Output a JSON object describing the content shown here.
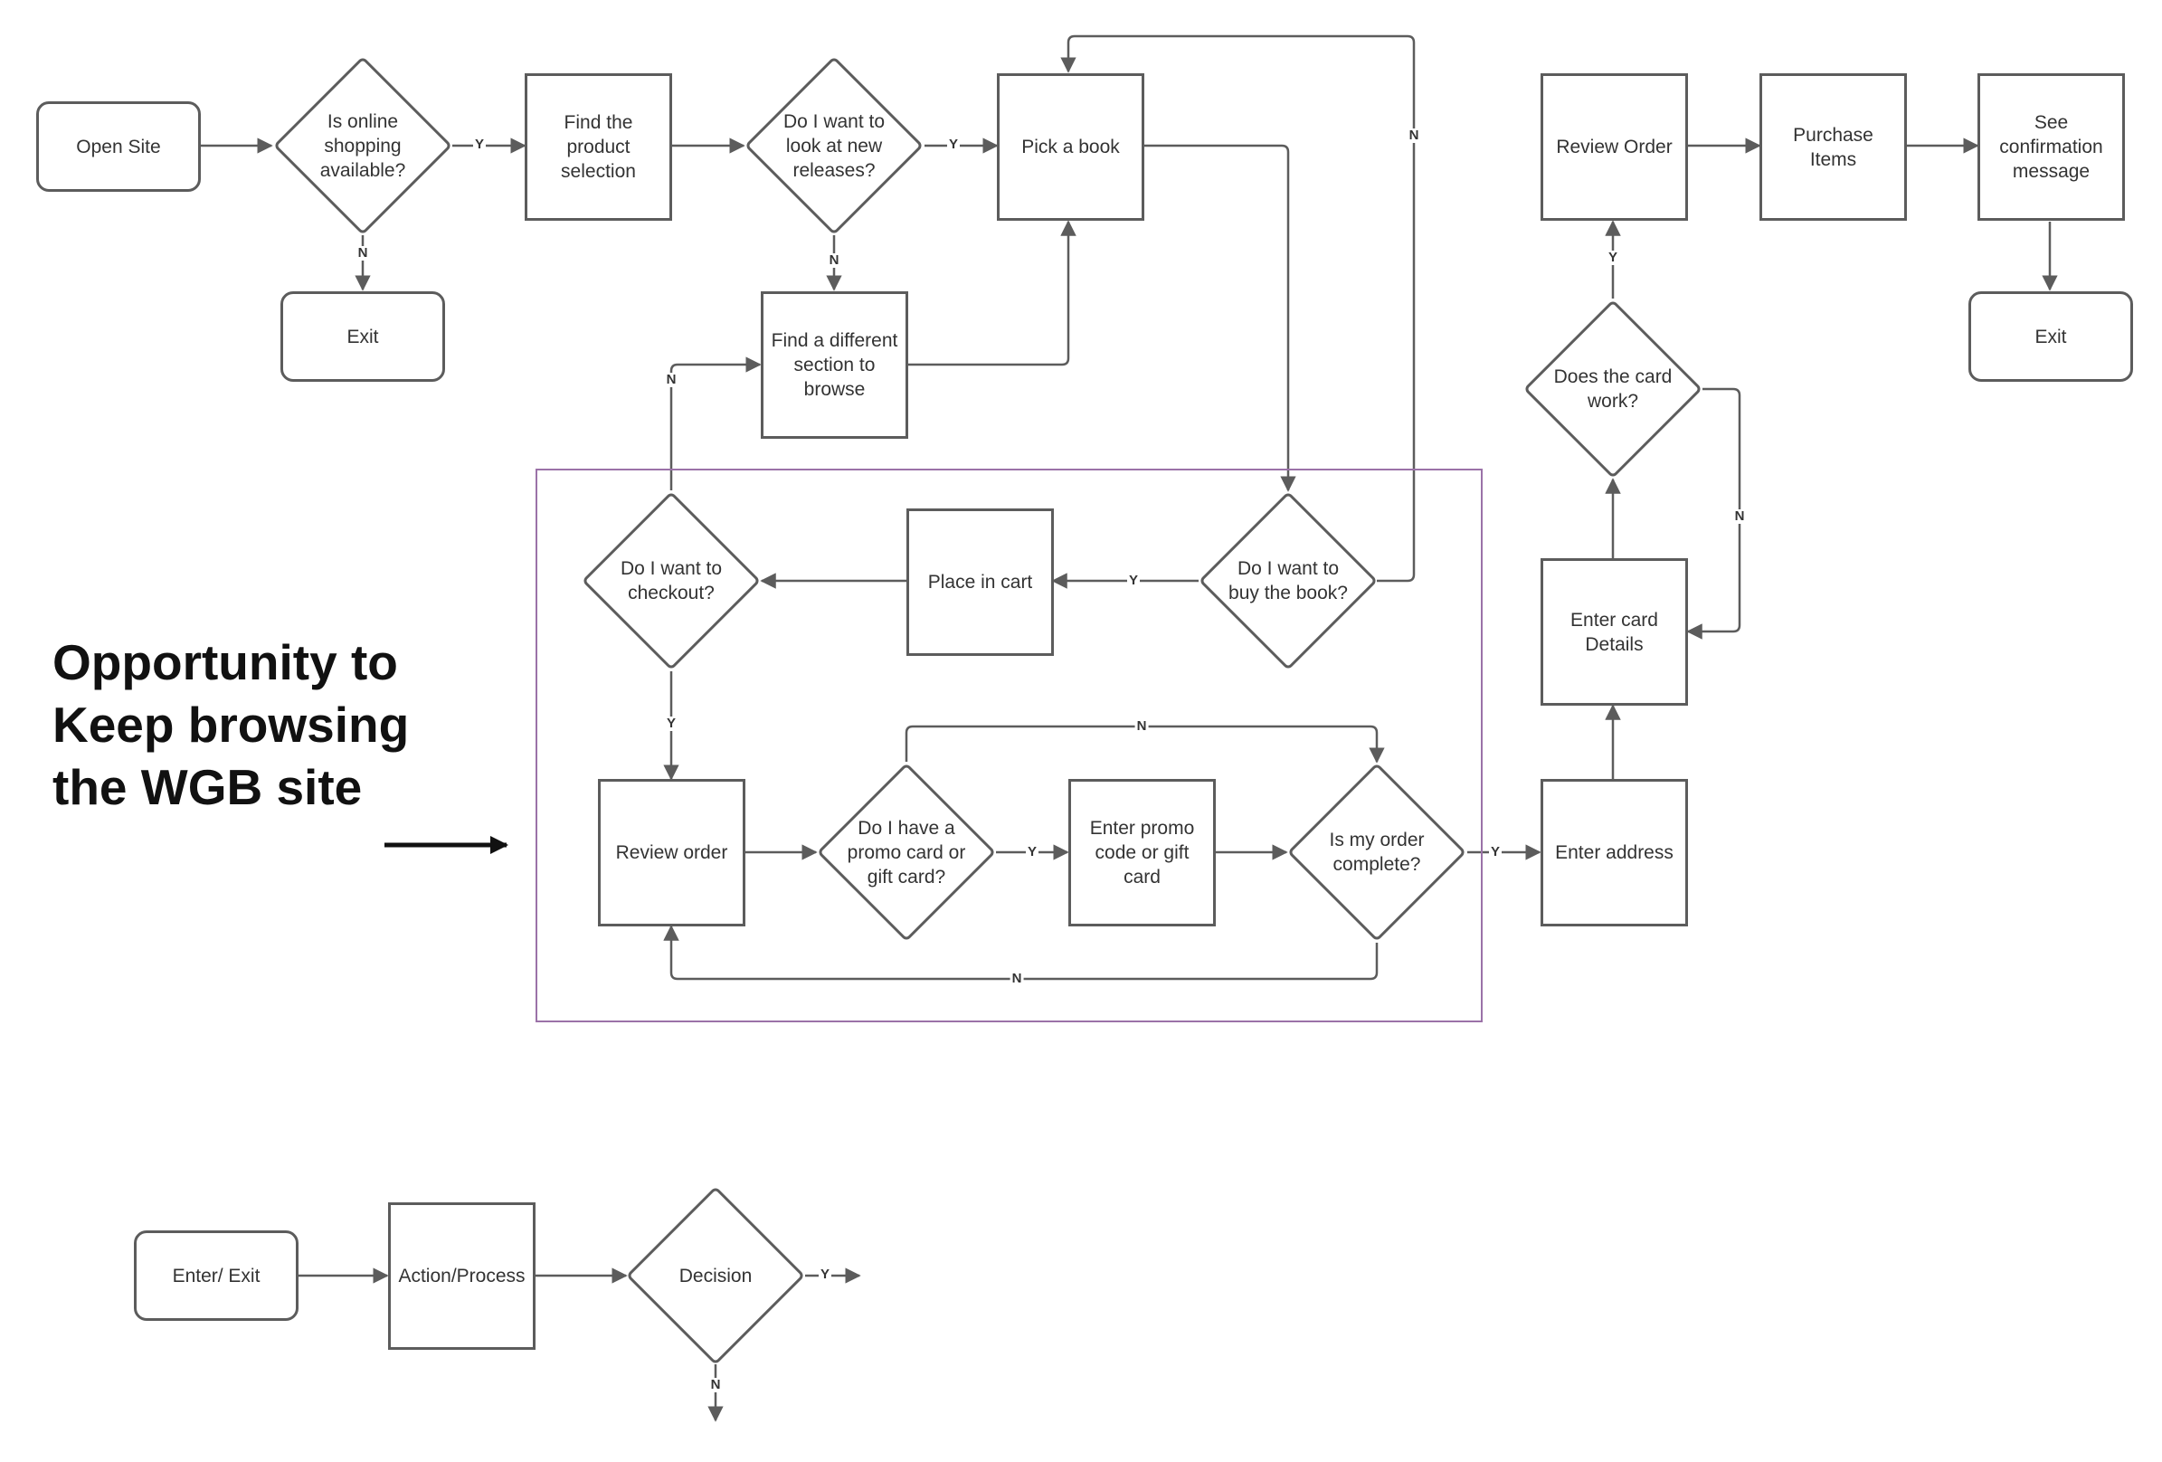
{
  "callout": {
    "text": "Opportunity to Keep browsing the WGB site"
  },
  "nodes": {
    "open_site": "Open Site",
    "online_available": "Is online shopping available?",
    "exit_top": "Exit",
    "find_selection": "Find the product selection",
    "new_releases": "Do I want to look at new releases?",
    "find_section": "Find a different section to browse",
    "pick_book": "Pick a book",
    "buy_book": "Do I want to buy the book?",
    "place_cart": "Place in cart",
    "checkout": "Do I want to checkout?",
    "review_order_lower": "Review order",
    "promo": "Do I have a promo card or gift card?",
    "enter_promo": "Enter promo code or gift card",
    "order_complete": "Is my order complete?",
    "enter_address": "Enter address",
    "card_details": "Enter card Details",
    "card_work": "Does the card work?",
    "review_order_upper": "Review Order",
    "purchase": "Purchase Items",
    "confirmation": "See confirmation message",
    "exit_right": "Exit"
  },
  "legend": {
    "enter_exit": "Enter/ Exit",
    "action": "Action/Process",
    "decision": "Decision"
  },
  "edge_labels": {
    "yes": "Y",
    "no": "N"
  },
  "colors": {
    "stroke": "#5c5c5c",
    "region": "#9b72a8",
    "text": "#333333"
  }
}
